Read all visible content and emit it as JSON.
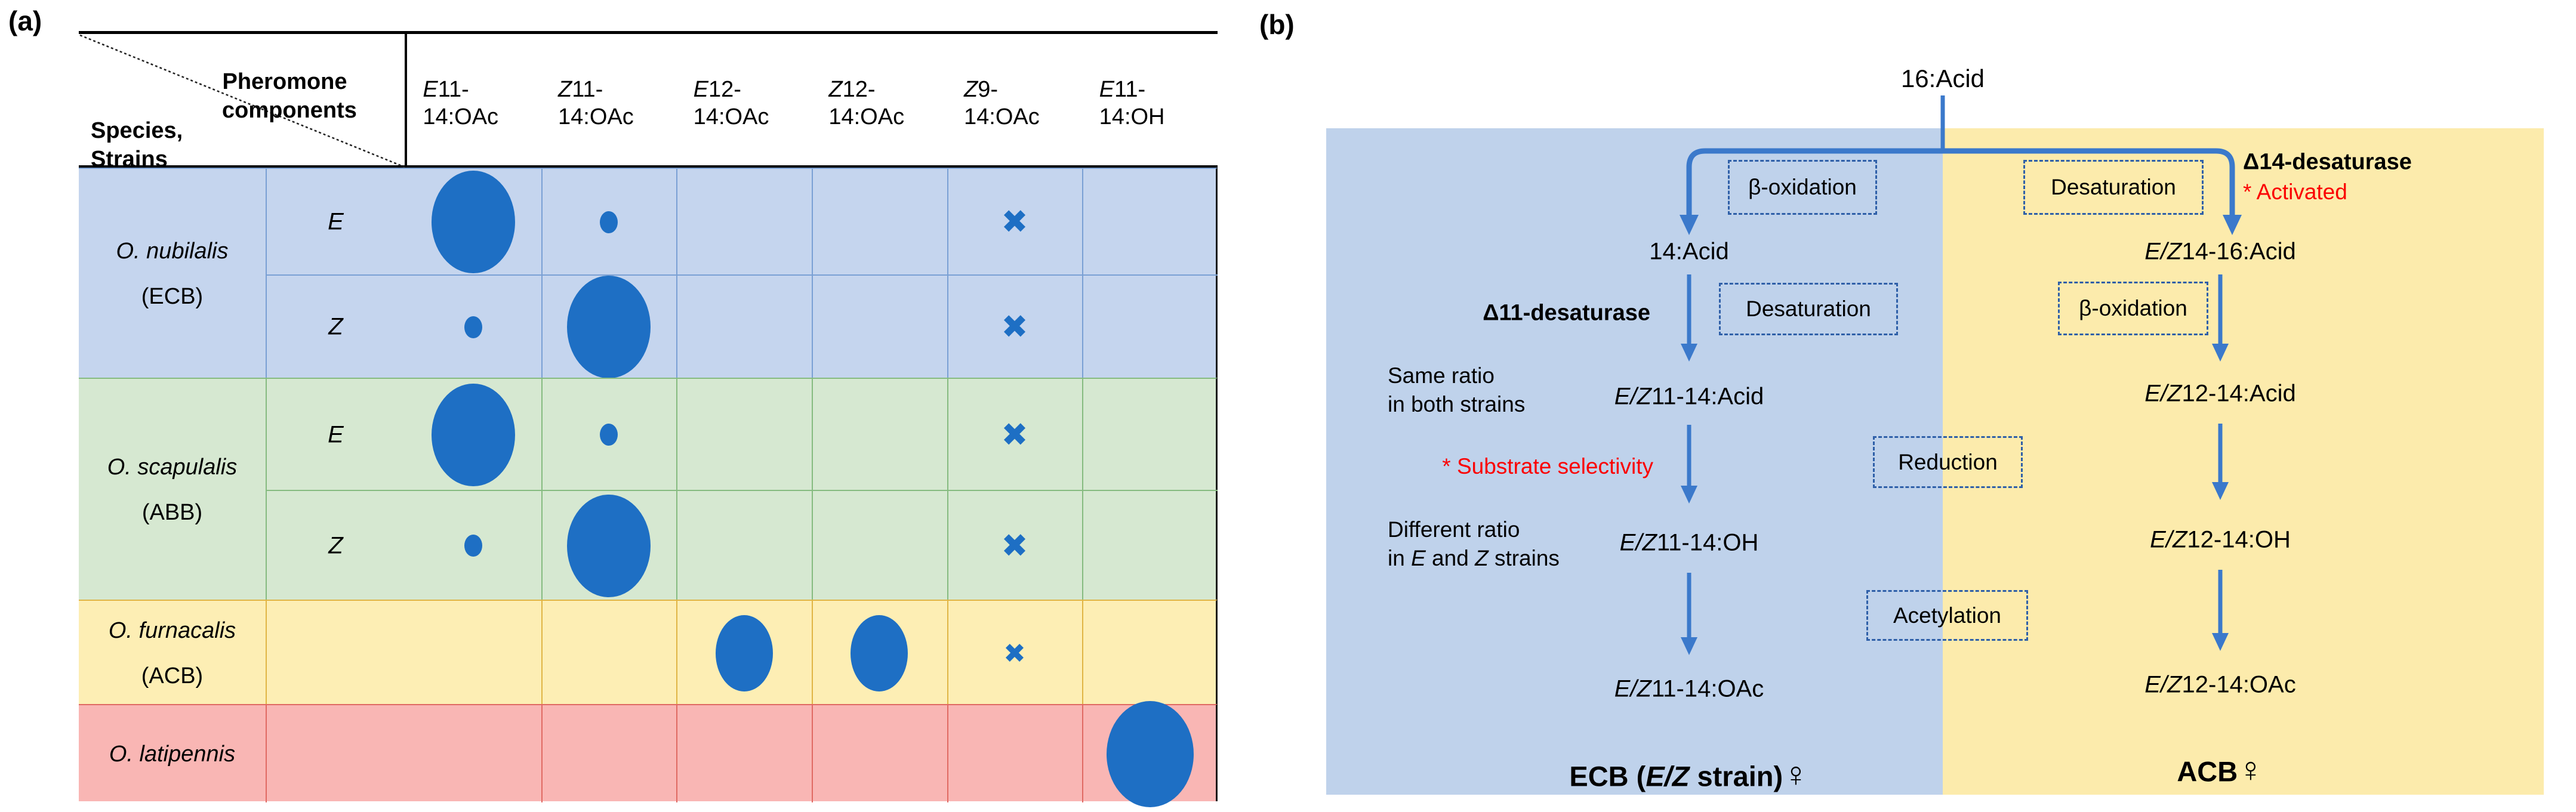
{
  "colors": {
    "mark_blue": "#1e6fc4",
    "arrow_blue": "#3b79cb",
    "dash_border": "#2e5fa8",
    "red_text": "#fb0000",
    "panelb_blue_bg": "#bfd2eb",
    "panelb_yellow_bg": "#fcebac",
    "row_blue": "#c5d5ee",
    "row_green": "#d6e8d1",
    "row_yellow": "#fdeeb4",
    "row_pink": "#f9b6b4"
  },
  "panel_a": {
    "label": "(a)",
    "header": {
      "corner_top": [
        [
          {
            "t": "Pheromone"
          }
        ],
        [
          {
            "t": "components"
          }
        ]
      ],
      "corner_bottom": [
        [
          {
            "t": "Species,"
          }
        ],
        [
          {
            "t": "Strains"
          }
        ]
      ]
    },
    "columns": [
      {
        "lines": [
          [
            {
              "t": "E",
              "i": 1
            },
            {
              "t": "11-"
            }
          ],
          [
            {
              "t": "14:OAc"
            }
          ]
        ]
      },
      {
        "lines": [
          [
            {
              "t": "Z",
              "i": 1
            },
            {
              "t": "11-"
            }
          ],
          [
            {
              "t": "14:OAc"
            }
          ]
        ]
      },
      {
        "lines": [
          [
            {
              "t": "E",
              "i": 1
            },
            {
              "t": "12-"
            }
          ],
          [
            {
              "t": "14:OAc"
            }
          ]
        ]
      },
      {
        "lines": [
          [
            {
              "t": "Z",
              "i": 1
            },
            {
              "t": "12-"
            }
          ],
          [
            {
              "t": "14:OAc"
            }
          ]
        ]
      },
      {
        "lines": [
          [
            {
              "t": "Z",
              "i": 1
            },
            {
              "t": "9-"
            }
          ],
          [
            {
              "t": "14:OAc"
            }
          ]
        ]
      },
      {
        "lines": [
          [
            {
              "t": "E",
              "i": 1
            },
            {
              "t": "11-"
            }
          ],
          [
            {
              "t": "14:OH"
            }
          ]
        ]
      }
    ],
    "sections": [
      {
        "name": "ecb",
        "bg": "#c5d5ee",
        "line": "#7aa0d4",
        "species": [
          [
            {
              "t": "O. nubilalis",
              "i": 1
            }
          ],
          [
            {
              "t": "(ECB)"
            }
          ]
        ],
        "rows": [
          {
            "strain": [
              [
                {
                  "t": "E",
                  "i": 1
                }
              ]
            ],
            "cells": [
              {
                "mark": "circle",
                "size": "large"
              },
              {
                "mark": "circle",
                "size": "small"
              },
              null,
              null,
              {
                "mark": "x",
                "size": "normal"
              },
              null
            ]
          },
          {
            "strain": [
              [
                {
                  "t": "Z",
                  "i": 1
                }
              ]
            ],
            "cells": [
              {
                "mark": "circle",
                "size": "small"
              },
              {
                "mark": "circle",
                "size": "large"
              },
              null,
              null,
              {
                "mark": "x",
                "size": "normal"
              },
              null
            ]
          }
        ]
      },
      {
        "name": "abb",
        "bg": "#d6e8d1",
        "line": "#86bb80",
        "species": [
          [
            {
              "t": "O. scapulalis",
              "i": 1
            }
          ],
          [
            {
              "t": "(ABB)"
            }
          ]
        ],
        "rows": [
          {
            "strain": [
              [
                {
                  "t": "E",
                  "i": 1
                }
              ]
            ],
            "cells": [
              {
                "mark": "circle",
                "size": "large"
              },
              {
                "mark": "circle",
                "size": "small"
              },
              null,
              null,
              {
                "mark": "x",
                "size": "normal"
              },
              null
            ]
          },
          {
            "strain": [
              [
                {
                  "t": "Z",
                  "i": 1
                }
              ]
            ],
            "cells": [
              {
                "mark": "circle",
                "size": "small"
              },
              {
                "mark": "circle",
                "size": "large"
              },
              null,
              null,
              {
                "mark": "x",
                "size": "normal"
              },
              null
            ]
          }
        ]
      },
      {
        "name": "acb",
        "bg": "#fdeeb4",
        "line": "#e0b545",
        "species": [
          [
            {
              "t": "O. furnacalis",
              "i": 1
            }
          ],
          [
            {
              "t": "(ACB)"
            }
          ]
        ],
        "rows": [
          {
            "strain": null,
            "cells": [
              null,
              null,
              {
                "mark": "circle",
                "size": "medium"
              },
              {
                "mark": "circle",
                "size": "medium"
              },
              {
                "mark": "x",
                "size": "small"
              },
              null
            ]
          }
        ]
      },
      {
        "name": "latipennis",
        "bg": "#f9b6b4",
        "line": "#e06a63",
        "species": [
          [
            {
              "t": "O. latipennis",
              "i": 1
            }
          ]
        ],
        "rows": [
          {
            "strain": null,
            "cells": [
              null,
              null,
              null,
              null,
              null,
              {
                "mark": "circle",
                "size": "xlarge"
              }
            ]
          }
        ]
      }
    ]
  },
  "panel_b": {
    "label": "(b)",
    "nodes": {
      "acid16": [
        [
          {
            "t": "16:Acid"
          }
        ]
      ],
      "acid14": [
        [
          {
            "t": "14:Acid"
          }
        ]
      ],
      "ez11acid": [
        [
          {
            "t": "E/Z",
            "i": 1
          },
          {
            "t": "11-14:Acid"
          }
        ]
      ],
      "ez11oh": [
        [
          {
            "t": "E/Z",
            "i": 1
          },
          {
            "t": "11-14:OH"
          }
        ]
      ],
      "ez11oac": [
        [
          {
            "t": "E/Z",
            "i": 1
          },
          {
            "t": "11-14:OAc"
          }
        ]
      ],
      "ez1416": [
        [
          {
            "t": "E/Z",
            "i": 1
          },
          {
            "t": "14-16:Acid"
          }
        ]
      ],
      "ez1214acid": [
        [
          {
            "t": "E/Z",
            "i": 1
          },
          {
            "t": "12-14:Acid"
          }
        ]
      ],
      "ez1214oh": [
        [
          {
            "t": "E/Z",
            "i": 1
          },
          {
            "t": "12-14:OH"
          }
        ]
      ],
      "ez1214oac": [
        [
          {
            "t": "E/Z",
            "i": 1
          },
          {
            "t": "12-14:OAc"
          }
        ]
      ]
    },
    "boxes": {
      "beta_ox_left": [
        [
          {
            "t": "β-oxidation"
          }
        ]
      ],
      "desat_left": [
        [
          {
            "t": "Desaturation"
          }
        ]
      ],
      "desat_right": [
        [
          {
            "t": "Desaturation"
          }
        ]
      ],
      "beta_ox_right": [
        [
          {
            "t": "β-oxidation"
          }
        ]
      ],
      "reduction": [
        [
          {
            "t": "Reduction"
          }
        ]
      ],
      "acetylation": [
        [
          {
            "t": "Acetylation"
          }
        ]
      ]
    },
    "annotations": {
      "d11_desaturase": [
        [
          {
            "t": "Δ11-desaturase",
            "b": 1
          }
        ]
      ],
      "d14_desaturase": [
        [
          {
            "t": "Δ14-desaturase",
            "b": 1
          }
        ]
      ],
      "activated": [
        [
          {
            "t": "* Activated"
          }
        ]
      ],
      "substrate": [
        [
          {
            "t": "* Substrate selectivity"
          }
        ]
      ],
      "same_ratio": [
        [
          {
            "t": "Same ratio"
          }
        ],
        [
          {
            "t": "in both strains"
          }
        ]
      ],
      "diff_ratio": [
        [
          {
            "t": "Different ratio"
          }
        ],
        [
          {
            "t": "in "
          },
          {
            "t": "E",
            "i": 1
          },
          {
            "t": " and "
          },
          {
            "t": "Z",
            "i": 1
          },
          {
            "t": " strains"
          }
        ]
      ]
    },
    "footers": {
      "ecb": [
        [
          {
            "t": "ECB (",
            "b": 1
          },
          {
            "t": "E/Z",
            "i": 1,
            "b": 1
          },
          {
            "t": " strain)",
            "b": 1
          },
          {
            "t": "♀",
            "cls": "female"
          }
        ]
      ],
      "acb": [
        [
          {
            "t": "ACB",
            "b": 1
          },
          {
            "t": "♀",
            "cls": "female"
          }
        ]
      ]
    }
  }
}
